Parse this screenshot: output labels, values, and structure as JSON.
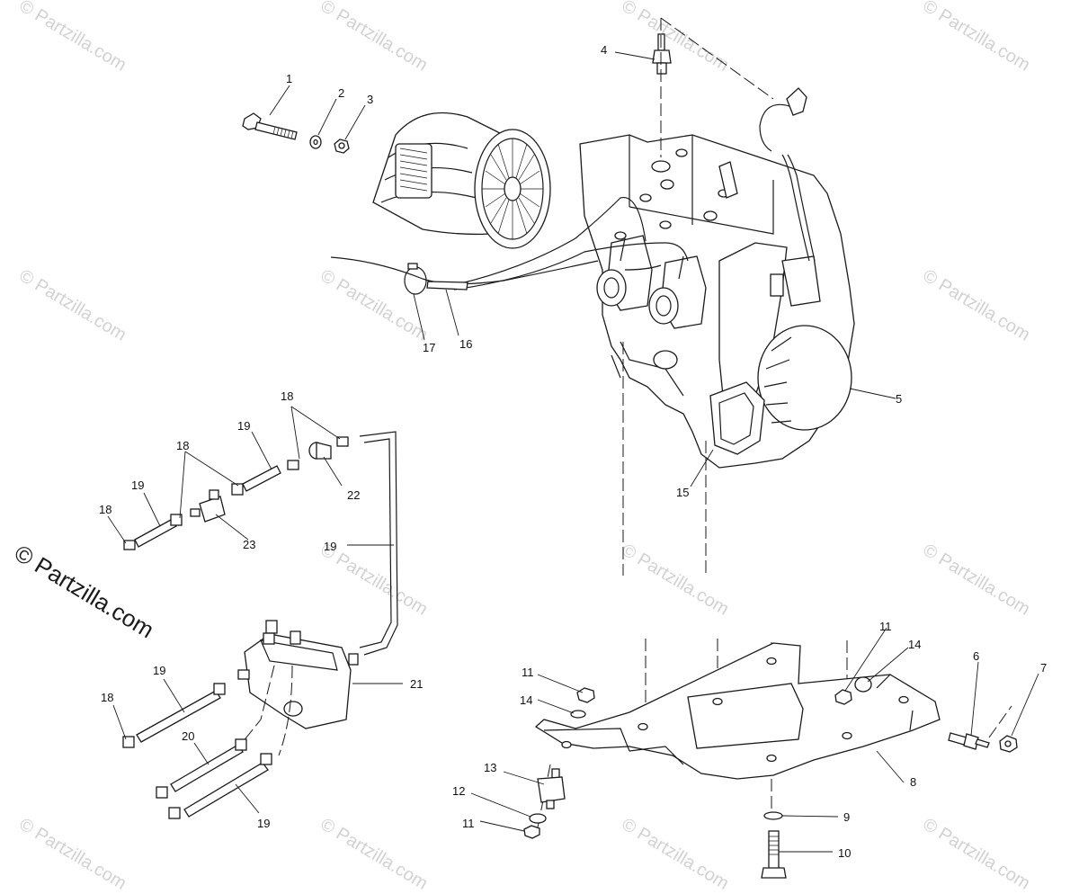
{
  "watermark": {
    "text": "© Partzilla.com",
    "color": "#d2d2d2"
  },
  "main_watermark": "© Partzilla.com",
  "callouts": {
    "c1": "1",
    "c2": "2",
    "c3": "3",
    "c4": "4",
    "c5": "5",
    "c6": "6",
    "c7": "7",
    "c8": "8",
    "c9": "9",
    "c10": "10",
    "c11a": "11",
    "c11b": "11",
    "c11c": "11",
    "c12": "12",
    "c13": "13",
    "c14a": "14",
    "c14b": "14",
    "c15": "15",
    "c16": "16",
    "c17": "17",
    "c18a": "18",
    "c18b": "18",
    "c18c": "18",
    "c18d": "18",
    "c19a": "19",
    "c19b": "19",
    "c19c": "19",
    "c19d": "19",
    "c19e": "19",
    "c20": "20",
    "c21": "21",
    "c22": "22",
    "c23": "23"
  }
}
